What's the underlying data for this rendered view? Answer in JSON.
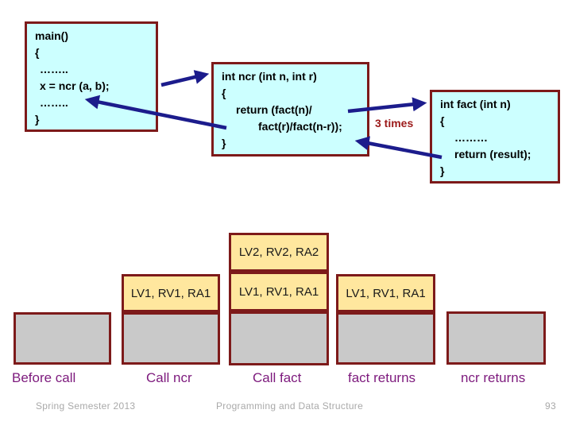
{
  "code_boxes": {
    "main": {
      "lines": [
        "main()",
        "{",
        "……..",
        "x = ncr (a, b);",
        "……..",
        "}"
      ]
    },
    "ncr": {
      "lines": [
        "int ncr (int n, int r)",
        "{",
        "return (fact(n)/",
        "fact(r)/fact(n-r));",
        "}"
      ]
    },
    "fact": {
      "lines": [
        "int fact (int n)",
        "{",
        "………",
        "return (result);",
        "}"
      ]
    }
  },
  "annotation": "3 times",
  "stack": {
    "columns": [
      {
        "label": "Before call",
        "frames": []
      },
      {
        "label": "Call ncr",
        "frames": [
          "LV1, RV1, RA1"
        ]
      },
      {
        "label": "Call fact",
        "frames": [
          "LV2, RV2, RA2",
          "LV1, RV1, RA1"
        ]
      },
      {
        "label": "fact returns",
        "frames": [
          "LV1, RV1, RA1"
        ]
      },
      {
        "label": "ncr returns",
        "frames": []
      }
    ]
  },
  "footer": {
    "left": "Spring Semester 2013",
    "center": "Programming and Data Structure",
    "page_number": "93"
  },
  "colors": {
    "box_border": "#7d1a1a",
    "code_box_fill": "#ccffff",
    "stack_yellow_fill": "#ffe79e",
    "stack_gray_fill": "#c9c9c9",
    "arrow_blue": "#1c1c8c",
    "annotation_red": "#9c1a1a",
    "label_purple": "#7d1a7d",
    "footer_gray": "#a9a9a9"
  }
}
